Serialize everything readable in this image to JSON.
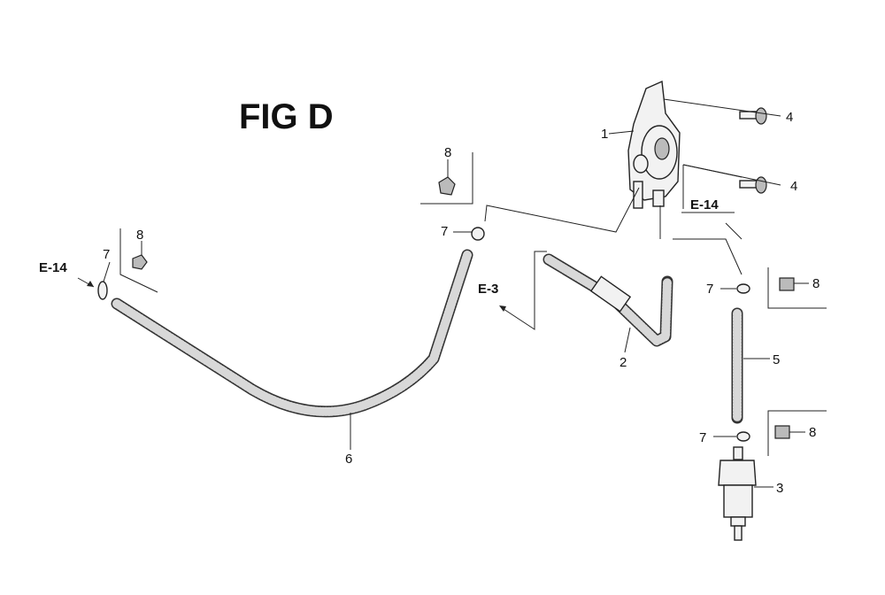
{
  "figure": {
    "title": "FIG D"
  },
  "references": {
    "e14_left": "E-14",
    "e3": "E-3",
    "e14_right": "E-14"
  },
  "callouts": {
    "c1": "1",
    "c2": "2",
    "c3": "3",
    "c4a": "4",
    "c4b": "4",
    "c5": "5",
    "c6": "6",
    "c7_left": "7",
    "c7_top": "7",
    "c7_mid": "7",
    "c7_low": "7",
    "c8_left": "8",
    "c8_top": "8",
    "c8_mid": "8",
    "c8_low": "8"
  }
}
